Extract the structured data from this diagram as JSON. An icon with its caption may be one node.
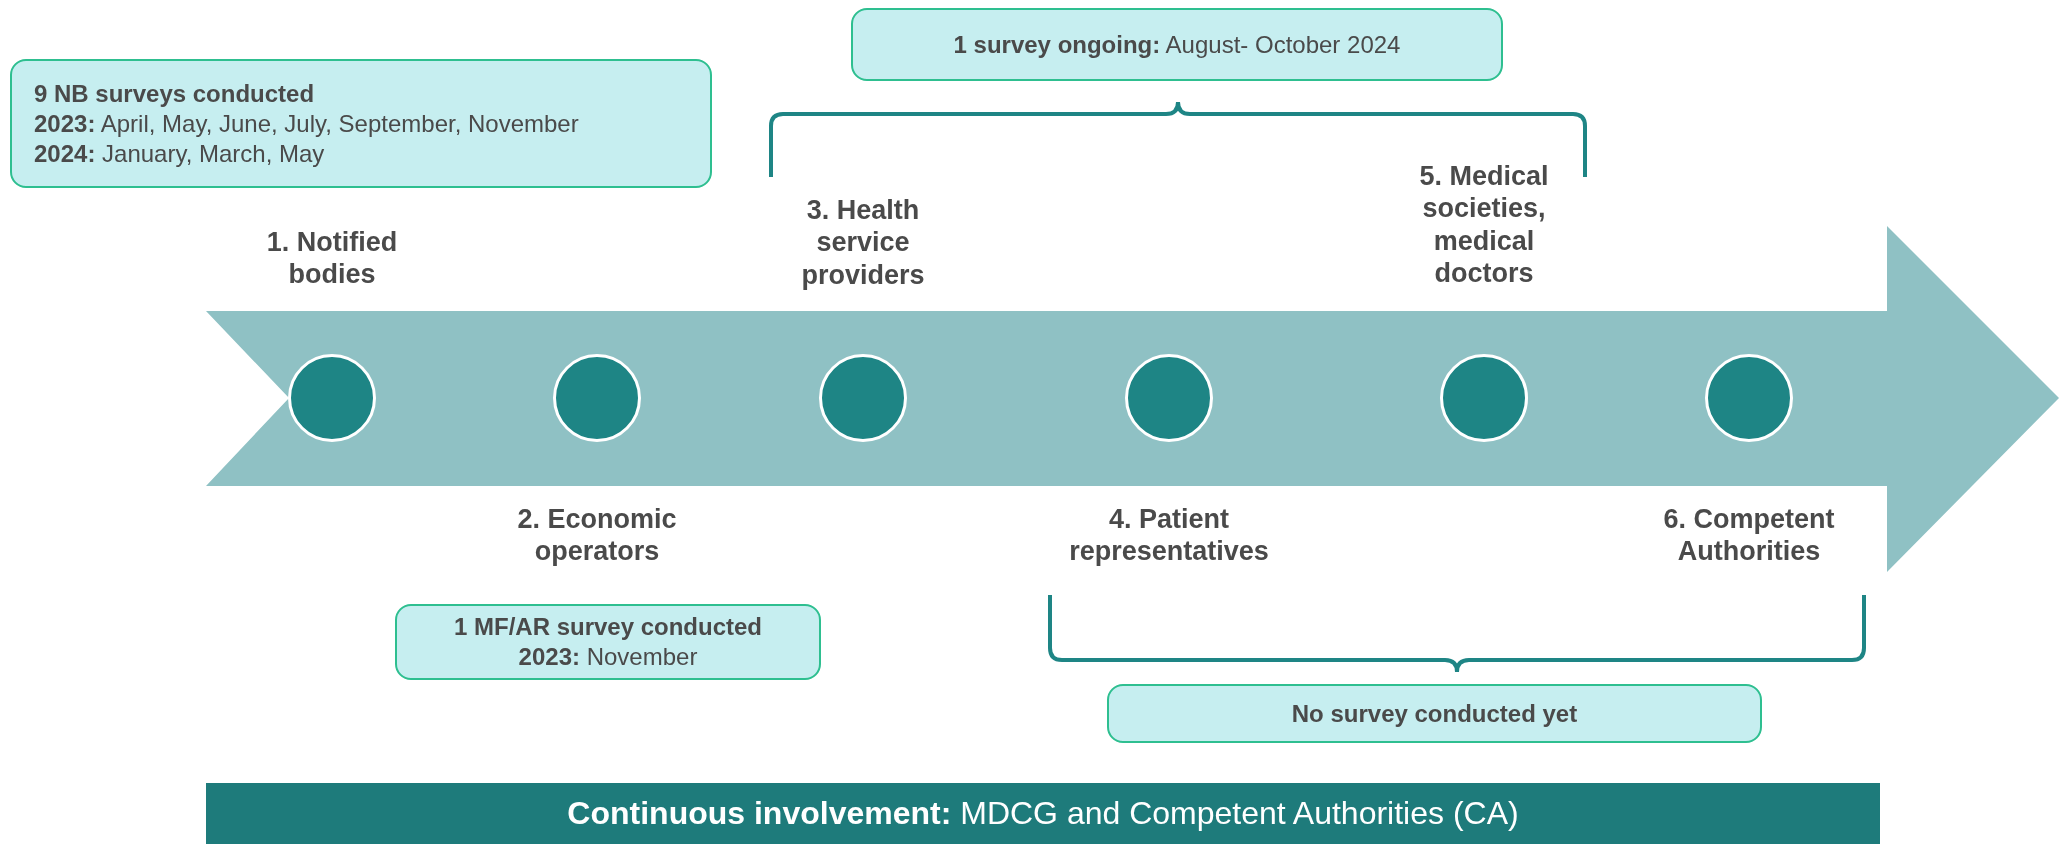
{
  "diagram": {
    "nodes": [
      {
        "text": [
          "9 NB surveys conducted",
          "**2023:** April, May, June, July, September, November",
          "**2024:** January, March, May"
        ]
      },
      {
        "text": [
          "**1 survey ongoing:** August- October 2024"
        ]
      },
      {
        "text": [],
        "shape": "circle"
      },
      {
        "text": [],
        "shape": "circle"
      },
      {
        "text": [],
        "shape": "circle"
      },
      {
        "text": [],
        "shape": "circle"
      },
      {
        "text": [],
        "shape": "circle"
      },
      {
        "text": [],
        "shape": "circle"
      },
      {
        "text": [
          "1 MF/AR survey conducted",
          "**2023:** November"
        ]
      },
      {
        "text": [
          "No survey conducted yet"
        ]
      },
      {
        "text": [
          "**Continuous involvement:** MDCG and Competent Authorities (CA)"
        ]
      }
    ],
    "labels": [
      "1. Notified bodies",
      "3. Health service providers",
      "5. Medical societies, medical doctors",
      "2. Economic operators",
      "4. Patient representatives",
      "6. Competent Authorities"
    ]
  }
}
